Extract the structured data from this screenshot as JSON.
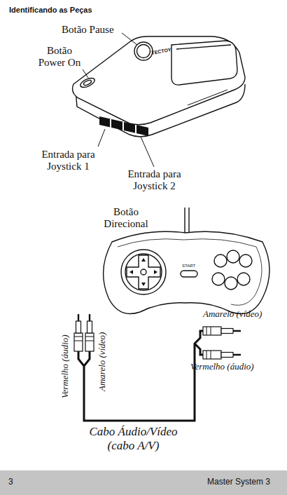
{
  "diagram": {
    "title": "Identificando as Peças",
    "labels": [
      "Botão Pause",
      "Botão Power On",
      "Entrada para Joystick 1",
      "Entrada para Joystick 2",
      "TECTOY",
      "Botão Direcional",
      "START",
      "Amarelo (vídeo)",
      "Vermelho (áudio)",
      "Vermelho (áudio)",
      "Amarelo (vídeo)",
      "Cabo Áudio/Vídeo (cabo A/V)",
      "3",
      "Master System 3"
    ]
  }
}
